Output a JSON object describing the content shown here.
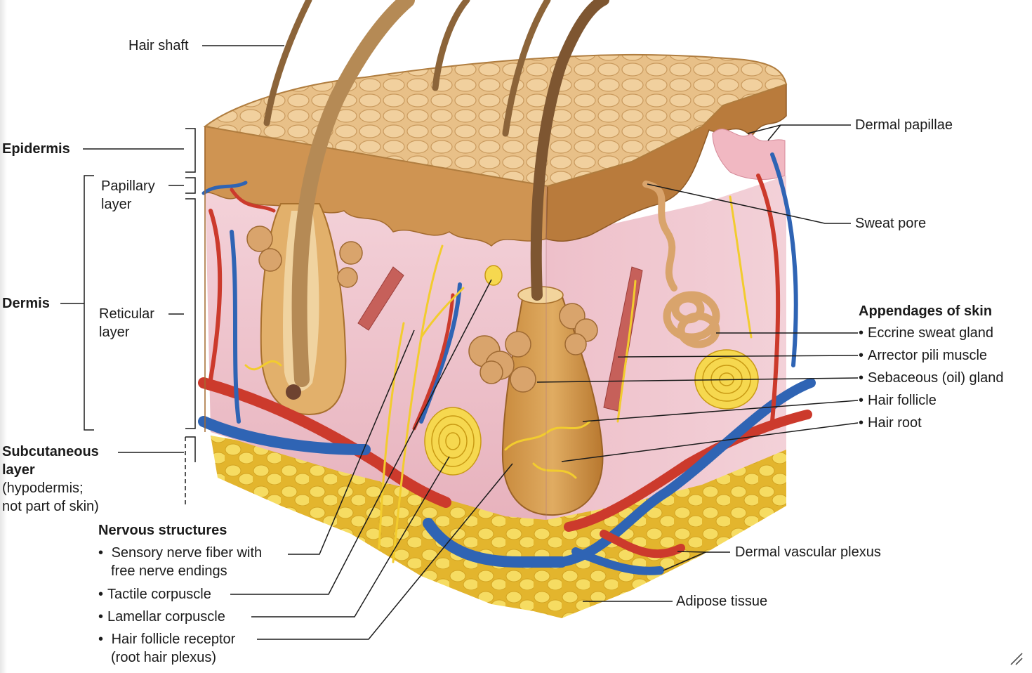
{
  "labels": {
    "hair_shaft": "Hair shaft",
    "epidermis": "Epidermis",
    "papillary_layer": [
      "Papillary",
      "layer"
    ],
    "dermis": "Dermis",
    "reticular_layer": [
      "Reticular",
      "layer"
    ],
    "subcutaneous_layer": [
      "Subcutaneous",
      "layer"
    ],
    "hypodermis_note": [
      "(hypodermis;",
      "not part of skin)"
    ],
    "dermal_papillae": "Dermal papillae",
    "sweat_pore": "Sweat pore",
    "dermal_vascular_plexus": "Dermal vascular plexus",
    "adipose_tissue": "Adipose tissue"
  },
  "appendages": {
    "heading": "Appendages of skin",
    "items": [
      "Eccrine sweat gland",
      "Arrector pili muscle",
      "Sebaceous (oil) gland",
      "Hair follicle",
      "Hair root"
    ]
  },
  "nervous": {
    "heading": "Nervous structures",
    "items": [
      [
        "Sensory nerve fiber with",
        "free nerve endings"
      ],
      [
        "Tactile corpuscle"
      ],
      [
        "Lamellar corpuscle"
      ],
      [
        "Hair follicle receptor",
        "(root hair plexus)"
      ]
    ]
  },
  "colors": {
    "epidermis_surface": "#e3b978",
    "dermis": "#f2cfd6",
    "artery": "#cc3a2c",
    "vein": "#2f64b4",
    "nerve": "#f2cc2e",
    "adipose": "#f3d24a",
    "hair": "#a67b4a"
  }
}
